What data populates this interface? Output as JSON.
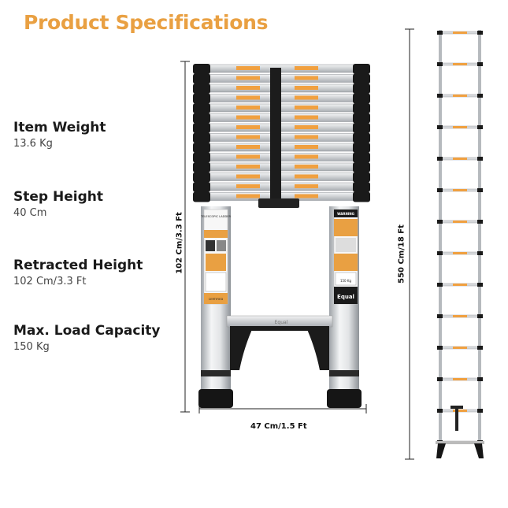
{
  "title": "Product Specifications",
  "specs": [
    {
      "label": "Item Weight",
      "value": "13.6 Kg"
    },
    {
      "label": "Step Height",
      "value": "40 Cm"
    },
    {
      "label": "Retracted Height",
      "value": "102 Cm/3.3 Ft"
    },
    {
      "label": "Max. Load Capacity",
      "value": "150 Kg"
    }
  ],
  "dimensions": {
    "retracted_height": "102 Cm/3.3 Ft",
    "width": "47 Cm/1.5 Ft",
    "extended_height": "550 Cm/18 Ft"
  },
  "ladder_labels": {
    "brand": "Equal",
    "brand_bar": "Equal",
    "sticker_left_title": "TELESCOPIC LADDER",
    "sticker_right_title": "WARNING",
    "max_load": "150 Kg",
    "certified": "CERTIFIED"
  },
  "colors": {
    "accent": "#e9a042",
    "rung_label": "#f0a040",
    "caps": "#1a1a1a",
    "aluminium": "#d9dcdf"
  }
}
